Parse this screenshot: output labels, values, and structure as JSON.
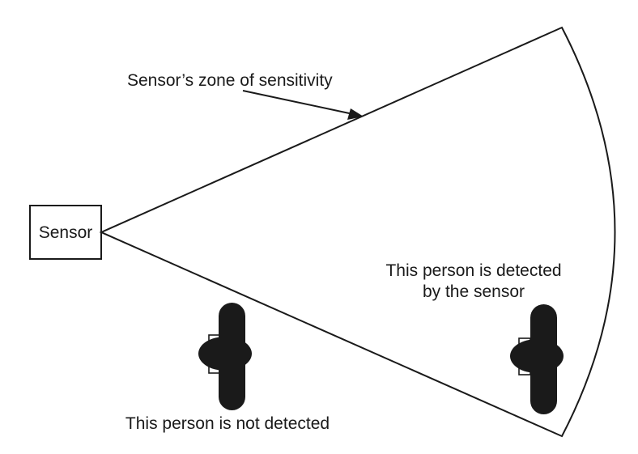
{
  "sensor": {
    "label": "Sensor"
  },
  "zone": {
    "label": "Sensor’s zone of sensitivity"
  },
  "detected_person": {
    "caption_line1": "This person is detected",
    "caption_line2": "by the sensor"
  },
  "undetected_person": {
    "caption": "This person is not detected"
  },
  "colors": {
    "ink": "#1a1a1a",
    "background": "#ffffff"
  }
}
